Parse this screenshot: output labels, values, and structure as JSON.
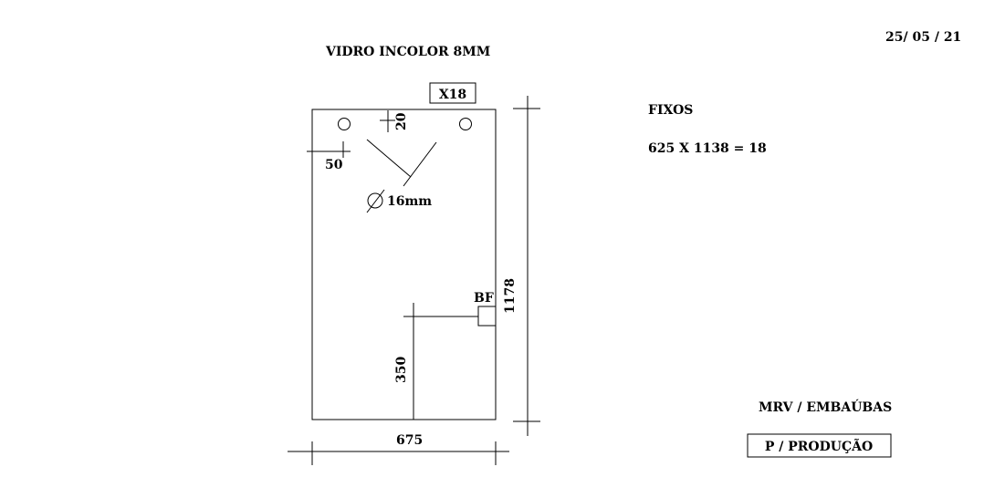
{
  "header": {
    "title": "VIDRO INCOLOR 8MM",
    "date": "25/ 05 / 21",
    "quantity_tag": "X18"
  },
  "dimensions": {
    "hole_offset_top": "20",
    "hole_offset_side": "50",
    "hole_diameter": "16mm",
    "fitting_label": "BF",
    "fitting_height": "350",
    "height": "1178",
    "width": "675"
  },
  "notes": {
    "section_title": "FIXOS",
    "spec_line": "625 X 1138 = 18"
  },
  "footer": {
    "project": "MRV / EMBAÚBAS",
    "stamp": "P / PRODUÇÃO"
  }
}
